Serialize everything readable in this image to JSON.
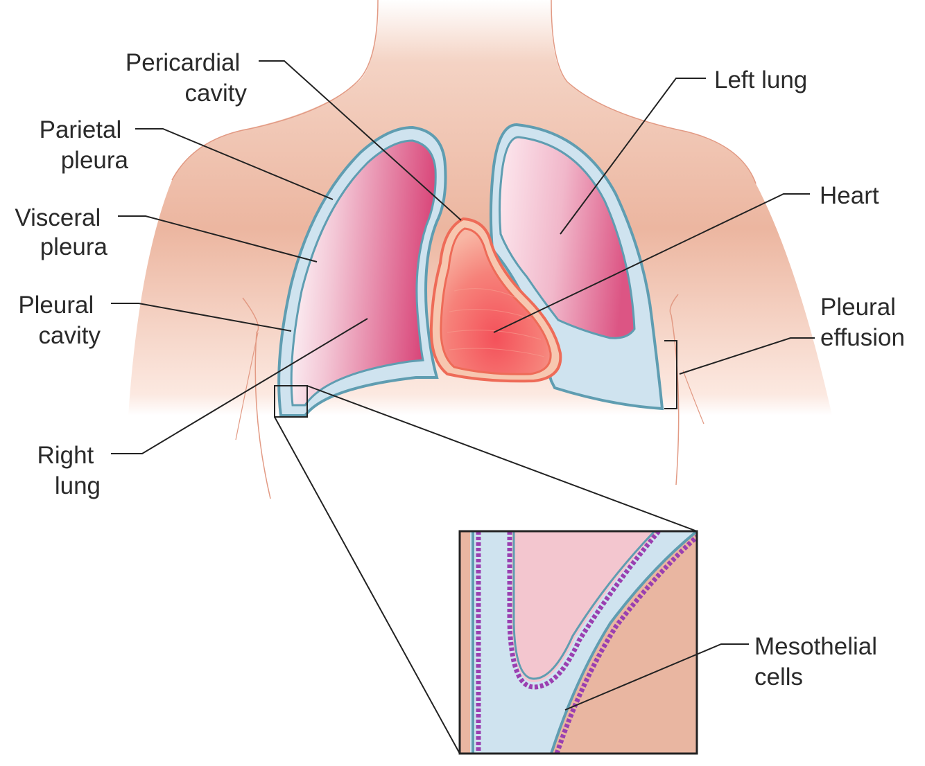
{
  "labels": {
    "pericardial_cavity": [
      "Pericardial",
      "cavity"
    ],
    "parietal_pleura": [
      "Parietal",
      "pleura"
    ],
    "visceral_pleura": [
      "Visceral",
      "pleura"
    ],
    "pleural_cavity": [
      "Pleural",
      "cavity"
    ],
    "right_lung": [
      "Right",
      "lung"
    ],
    "left_lung": [
      "Left lung"
    ],
    "heart": [
      "Heart"
    ],
    "pleural_effusion": [
      "Pleural",
      "effusion"
    ],
    "mesothelial_cells": [
      "Mesothelial",
      "cells"
    ]
  },
  "colors": {
    "skin": "#ecb6a0",
    "skin_line": "#e29a84",
    "pleura_outline": "#5f9db1",
    "pleural_fluid": "#cfe3ef",
    "lung_pink": "#e26a93",
    "heart_red": "#f26a60",
    "pericardium": "#f7c7b0",
    "mesothelial_purple": "#9a3fb0",
    "leader_line": "#222222"
  }
}
